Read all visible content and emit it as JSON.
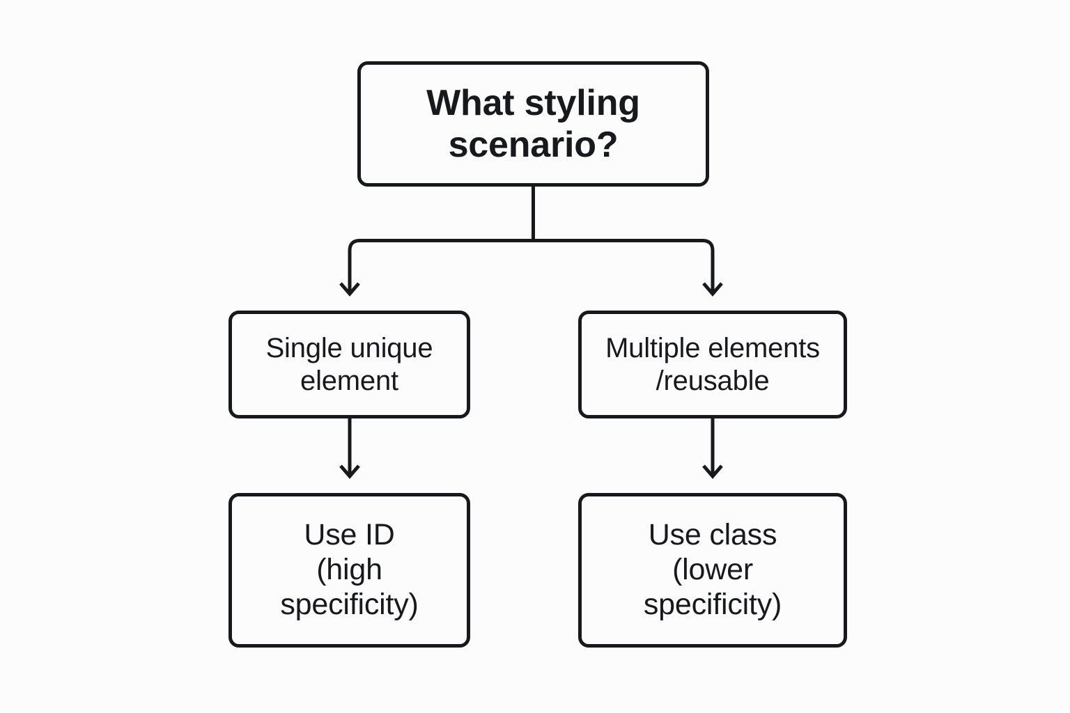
{
  "diagram": {
    "title": "What styling scenario? decision flowchart",
    "background_color": "#fcfcfc",
    "stroke_color": "#17191c",
    "nodes": {
      "root": {
        "label": "What styling\nscenario?",
        "role": "decision"
      },
      "single_unique": {
        "label": "Single unique\nelement",
        "role": "condition"
      },
      "multiple_reusable": {
        "label": "Multiple elements\n/reusable",
        "role": "condition"
      },
      "use_id": {
        "label": "Use ID\n(high\nspecificity)",
        "role": "outcome"
      },
      "use_class": {
        "label": "Use class\n(lower\nspecificity)",
        "role": "outcome"
      }
    },
    "edges": [
      {
        "from": "root",
        "to": "single_unique",
        "arrow": "down-arrow-icon"
      },
      {
        "from": "root",
        "to": "multiple_reusable",
        "arrow": "down-arrow-icon"
      },
      {
        "from": "single_unique",
        "to": "use_id",
        "arrow": "down-arrow-icon"
      },
      {
        "from": "multiple_reusable",
        "to": "use_class",
        "arrow": "down-arrow-icon"
      }
    ]
  }
}
